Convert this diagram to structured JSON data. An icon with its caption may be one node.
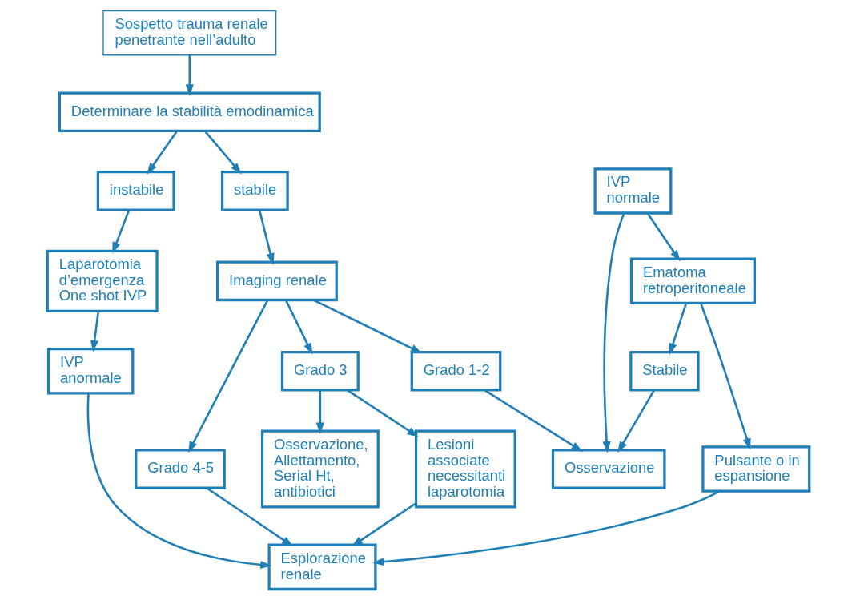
{
  "diagram": {
    "nodes": [
      {
        "text": [
          "Sospetto trauma renale penetrante nell’adulto"
        ]
      },
      {
        "text": [
          "Determinare la stabilità emodinamica"
        ]
      },
      {
        "text": [
          "stabile"
        ]
      },
      {
        "text": [
          "instabile"
        ]
      },
      {
        "text": [
          "Imaging renale"
        ]
      },
      {
        "text": [
          "Laparotomia d’emergenza One shot IVP"
        ]
      },
      {
        "text": [
          "Grado 3"
        ]
      },
      {
        "text": [
          "Grado 4-5"
        ]
      },
      {
        "text": [
          "Grado 1-2"
        ]
      },
      {
        "text": [
          "IVP normale"
        ]
      },
      {
        "text": [
          "Osservazione"
        ]
      },
      {
        "text": [
          "Osservazione, Allettamento, Serial Ht, antibiotici"
        ]
      },
      {
        "text": [
          "Lesioni associate necessitanti laparotomia"
        ]
      },
      {
        "text": [
          "Ematoma retroperitoneale"
        ]
      },
      {
        "text": [
          "Stabile"
        ]
      },
      {
        "text": [
          "Pulsante o in espansione"
        ]
      },
      {
        "text": [
          "Esplorazione renale"
        ]
      },
      {
        "text": [
          "IVP anormale"
        ]
      }
    ],
    "edges": [
      {
        "from": 0,
        "to": 1,
        "arrow": "to"
      },
      {
        "from": 1,
        "to": 2,
        "arrow": "to"
      },
      {
        "from": 1,
        "to": 3,
        "arrow": "to"
      },
      {
        "from": 2,
        "to": 4,
        "arrow": "to"
      },
      {
        "from": 3,
        "to": 5,
        "arrow": "to"
      },
      {
        "from": 4,
        "to": 6,
        "arrow": "to"
      },
      {
        "from": 4,
        "to": 7,
        "arrow": "to"
      },
      {
        "from": 4,
        "to": 8,
        "arrow": "to"
      },
      {
        "from": 8,
        "to": 10,
        "arrow": "to"
      },
      {
        "from": 9,
        "to": 10,
        "arrow": "to"
      },
      {
        "from": 9,
        "to": 13,
        "arrow": "to"
      },
      {
        "from": 5,
        "to": 17,
        "arrow": "to"
      },
      {
        "from": 6,
        "to": 11,
        "arrow": "to"
      },
      {
        "from": 6,
        "to": 12,
        "arrow": "to"
      },
      {
        "from": 7,
        "to": 16,
        "arrow": "to"
      },
      {
        "from": 12,
        "to": 16,
        "arrow": "to"
      },
      {
        "from": 13,
        "to": 14,
        "arrow": "to"
      },
      {
        "from": 14,
        "to": 10,
        "arrow": "to"
      },
      {
        "from": 13,
        "to": 15,
        "arrow": "to"
      },
      {
        "from": 15,
        "to": 16,
        "arrow": "to"
      },
      {
        "from": 17,
        "to": 16,
        "arrow": "to"
      }
    ]
  }
}
